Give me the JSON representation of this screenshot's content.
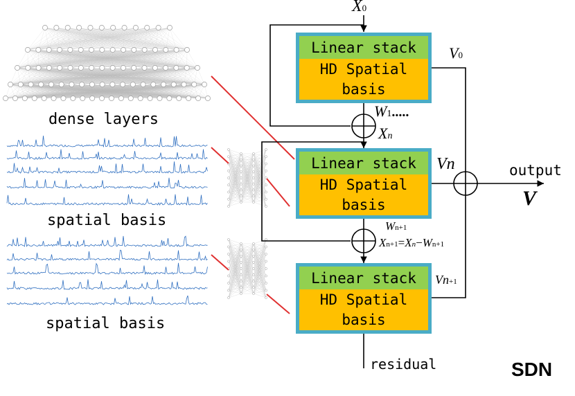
{
  "input_label": "X",
  "input_sub": "0",
  "blocks": [
    {
      "top": "Linear stack",
      "bot1": "HD Spatial",
      "bot2": "basis"
    },
    {
      "top": "Linear stack",
      "bot1": "HD Spatial",
      "bot2": "basis"
    },
    {
      "top": "Linear stack",
      "bot1": "HD Spatial",
      "bot2": "basis"
    }
  ],
  "v0": {
    "main": "V",
    "sub": "0"
  },
  "w1": {
    "main": "W",
    "sub": "1",
    "dots": "....."
  },
  "xn": {
    "main": "X",
    "sub": "n"
  },
  "vn": "Vn",
  "wn1": {
    "main": "W",
    "sub": "n+1"
  },
  "eq": {
    "x": "X",
    "xs": "n+1",
    "eq": "=",
    "xn": "X",
    "xns": "n",
    "minus": "−",
    "w": "W",
    "ws": "n+1"
  },
  "vn1": {
    "main": "Vn",
    "sub": "+1"
  },
  "output_label": "output",
  "output_symbol": "V",
  "residual_label": "residual",
  "title": "SDN",
  "left_labels": [
    "dense layers",
    "spatial basis",
    "spatial basis"
  ],
  "colors": {
    "frame": "#4aacc6",
    "green": "#92d050",
    "orange": "#ffc000",
    "arrow": "#e03030",
    "signal": "#2f6fc0",
    "net": "#b8b8b8"
  }
}
